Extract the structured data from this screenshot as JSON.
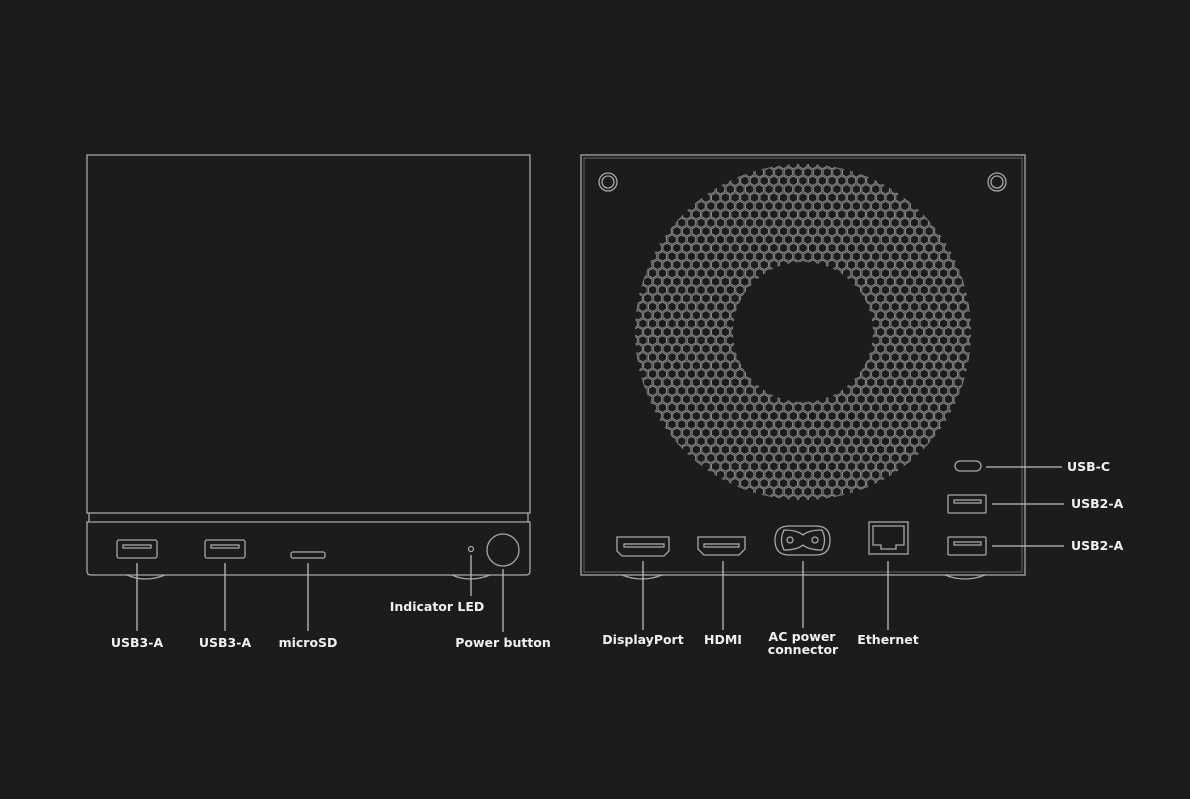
{
  "colors": {
    "background": "#1c1c1c",
    "outline": "#a8a8a8",
    "label": "#f0f0f0"
  },
  "front_view": {
    "labels": {
      "usb3a_1": "USB3-A",
      "usb3a_2": "USB3-A",
      "microsd": "microSD",
      "indicator_led": "Indicator LED",
      "power_button": "Power button"
    }
  },
  "rear_view": {
    "labels": {
      "displayport": "DisplayPort",
      "hdmi": "HDMI",
      "ac_power_line1": "AC power",
      "ac_power_line2": "connector",
      "ethernet": "Ethernet",
      "usbc": "USB-C",
      "usb2a_1": "USB2-A",
      "usb2a_2": "USB2-A"
    }
  }
}
